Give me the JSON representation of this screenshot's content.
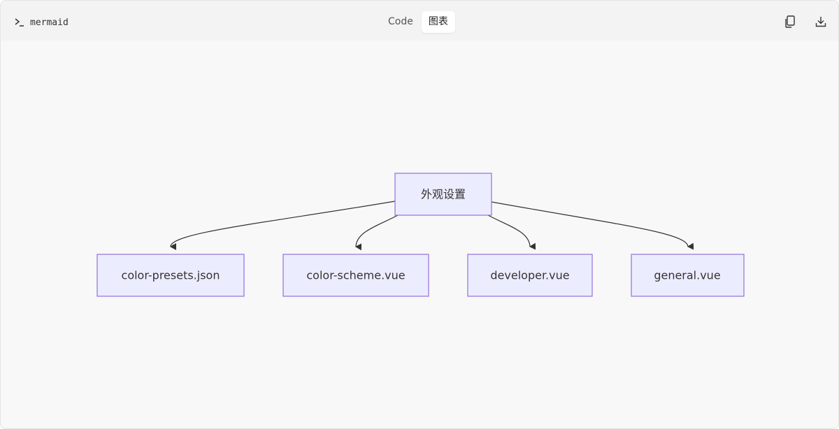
{
  "toolbar": {
    "language": "mermaid",
    "tabs": [
      {
        "label": "Code",
        "active": false
      },
      {
        "label": "图表",
        "active": true
      }
    ],
    "actions": [
      "copy-icon",
      "download-icon"
    ]
  },
  "diagram": {
    "root": "外观设置",
    "children": [
      "color-presets.json",
      "color-scheme.vue",
      "developer.vue",
      "general.vue"
    ],
    "colors": {
      "node_fill": "#ececff",
      "node_stroke": "#9370db",
      "edge": "#333333"
    }
  }
}
